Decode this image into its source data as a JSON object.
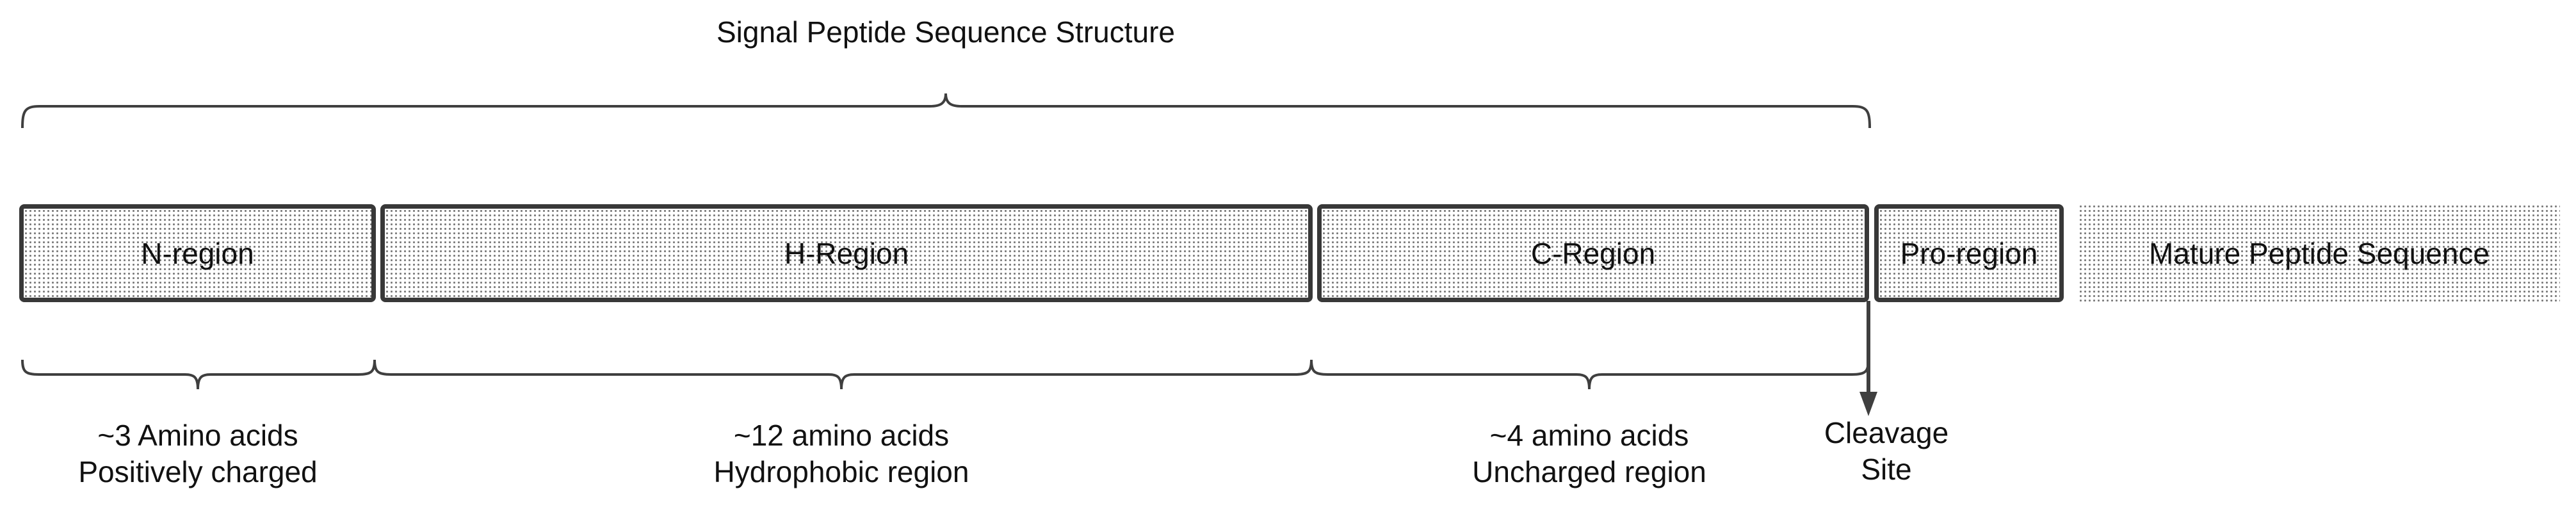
{
  "diagram": {
    "title": "Signal Peptide Sequence Structure",
    "regions": [
      {
        "id": "n-region",
        "label": "N-region"
      },
      {
        "id": "h-region",
        "label": "H-Region"
      },
      {
        "id": "c-region",
        "label": "C-Region"
      },
      {
        "id": "pro-region",
        "label": "Pro-region"
      },
      {
        "id": "mature",
        "label": "Mature Peptide Sequence"
      }
    ],
    "annotations": [
      {
        "target": "n-region",
        "line1": "~3 Amino acids",
        "line2": "Positively charged"
      },
      {
        "target": "h-region",
        "line1": "~12 amino acids",
        "line2": "Hydrophobic region"
      },
      {
        "target": "c-region",
        "line1": "~4 amino acids",
        "line2": "Uncharged region"
      }
    ],
    "cleavage": {
      "line1": "Cleavage",
      "line2": "Site"
    },
    "colors": {
      "stroke": "#3f3f3f",
      "box_border": "#383838",
      "box_fill_dot": "#7d7d7d",
      "text": "#111111"
    }
  }
}
